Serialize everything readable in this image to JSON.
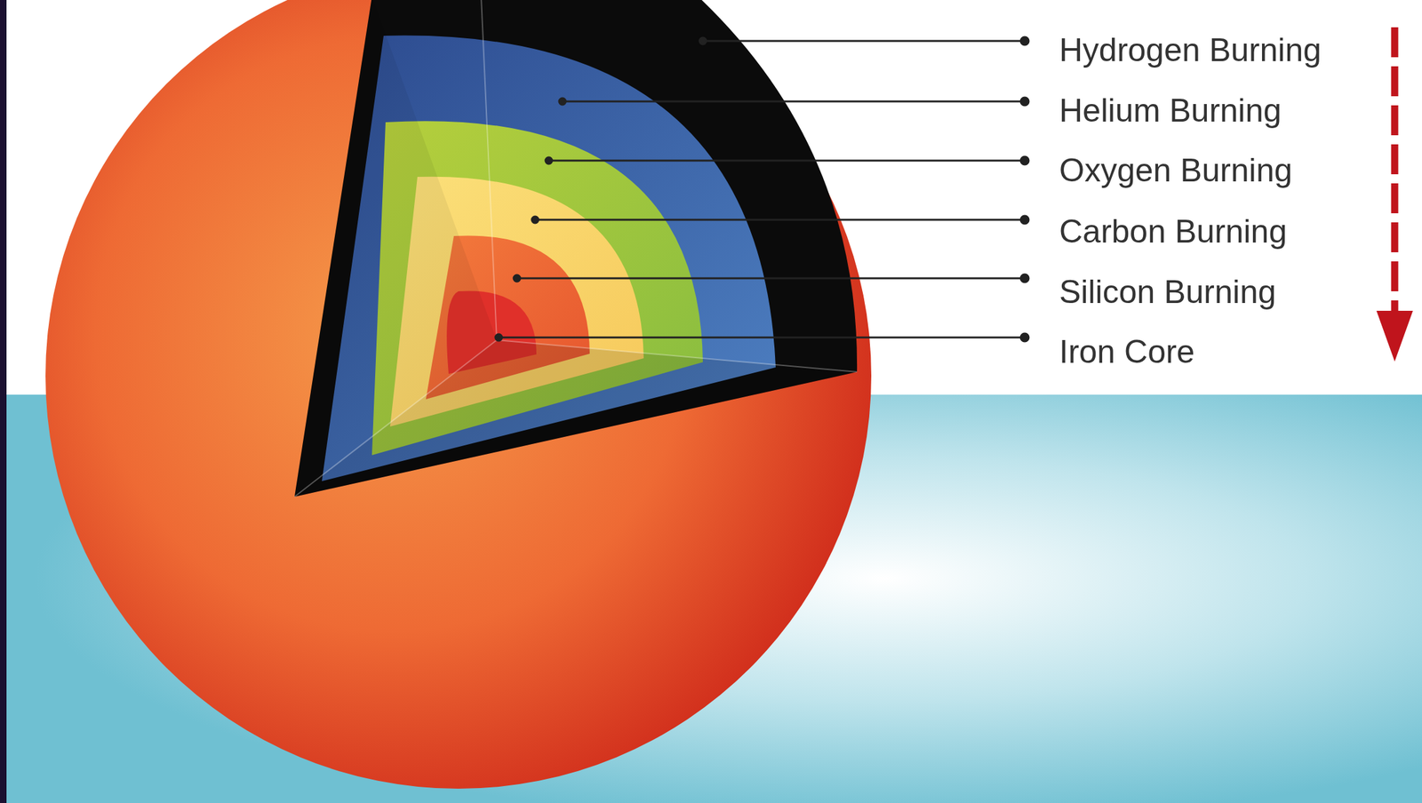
{
  "diagram": {
    "labels": [
      "Hydrogen Burning",
      "Helium Burning",
      "Oxygen Burning",
      "Carbon Burning",
      "Silicon Burning",
      "Iron Core"
    ]
  }
}
